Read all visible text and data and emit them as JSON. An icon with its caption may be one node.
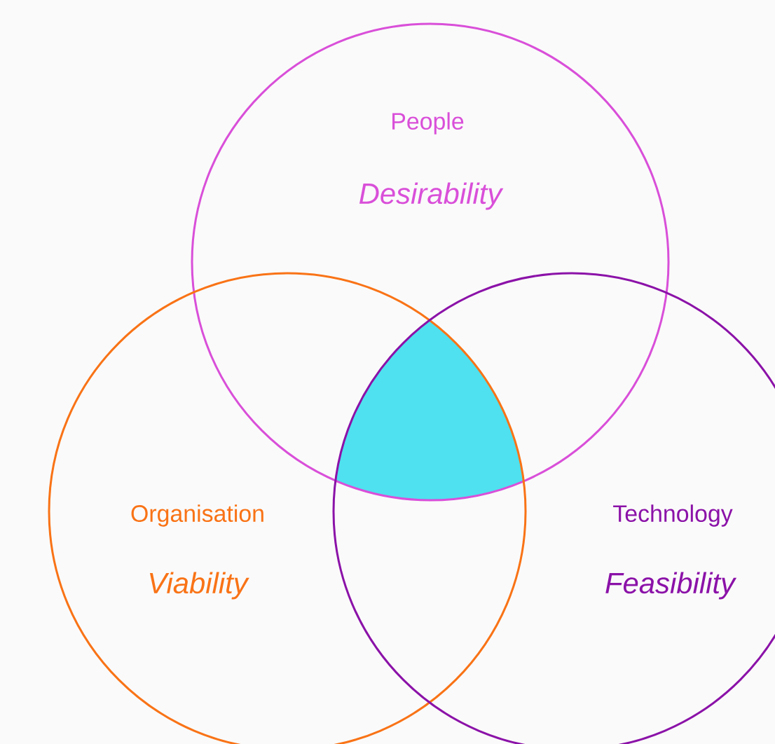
{
  "diagram": {
    "nodes": [
      {
        "text": [
          "People",
          "Desirability"
        ]
      },
      {
        "text": [
          "Organisation",
          "Viability"
        ]
      },
      {
        "text": [
          "Technology",
          "Feasibility"
        ]
      },
      {
        "text": [],
        "shape": "triangle"
      }
    ]
  }
}
